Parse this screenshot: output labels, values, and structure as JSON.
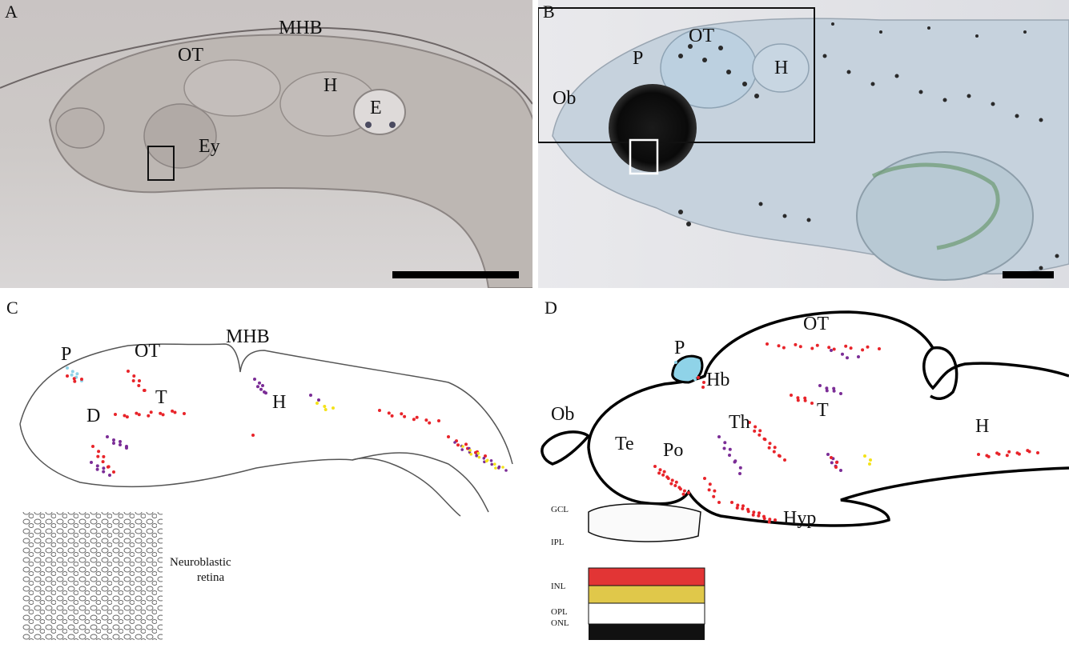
{
  "panels": {
    "a": {
      "letter": "A",
      "labels": {
        "ot": "OT",
        "mhb": "MHB",
        "h": "H",
        "e": "E",
        "ey": "Ey"
      }
    },
    "b": {
      "letter": "B",
      "labels": {
        "ob": "Ob",
        "p": "P",
        "ot": "OT",
        "h": "H"
      }
    },
    "c": {
      "letter": "C",
      "labels": {
        "p": "P",
        "ot": "OT",
        "mhb": "MHB",
        "t": "T",
        "d": "D",
        "h": "H"
      },
      "caption_line1": "Neuroblastic",
      "caption_line2": "retina"
    },
    "d": {
      "letter": "D",
      "labels": {
        "p": "P",
        "ot": "OT",
        "hb": "Hb",
        "t": "T",
        "ob": "Ob",
        "te": "Te",
        "th": "Th",
        "po": "Po",
        "hyp": "Hyp",
        "h": "H"
      },
      "layers": {
        "gcl": "GCL",
        "ipl": "IPL",
        "inl": "INL",
        "opl": "OPL",
        "onl": "ONL"
      }
    }
  },
  "colors": {
    "red": "#e8242a",
    "purple": "#7b2d96",
    "yellow": "#f4e21a",
    "light_blue": "#8fd3e8",
    "outline": "#111111"
  }
}
